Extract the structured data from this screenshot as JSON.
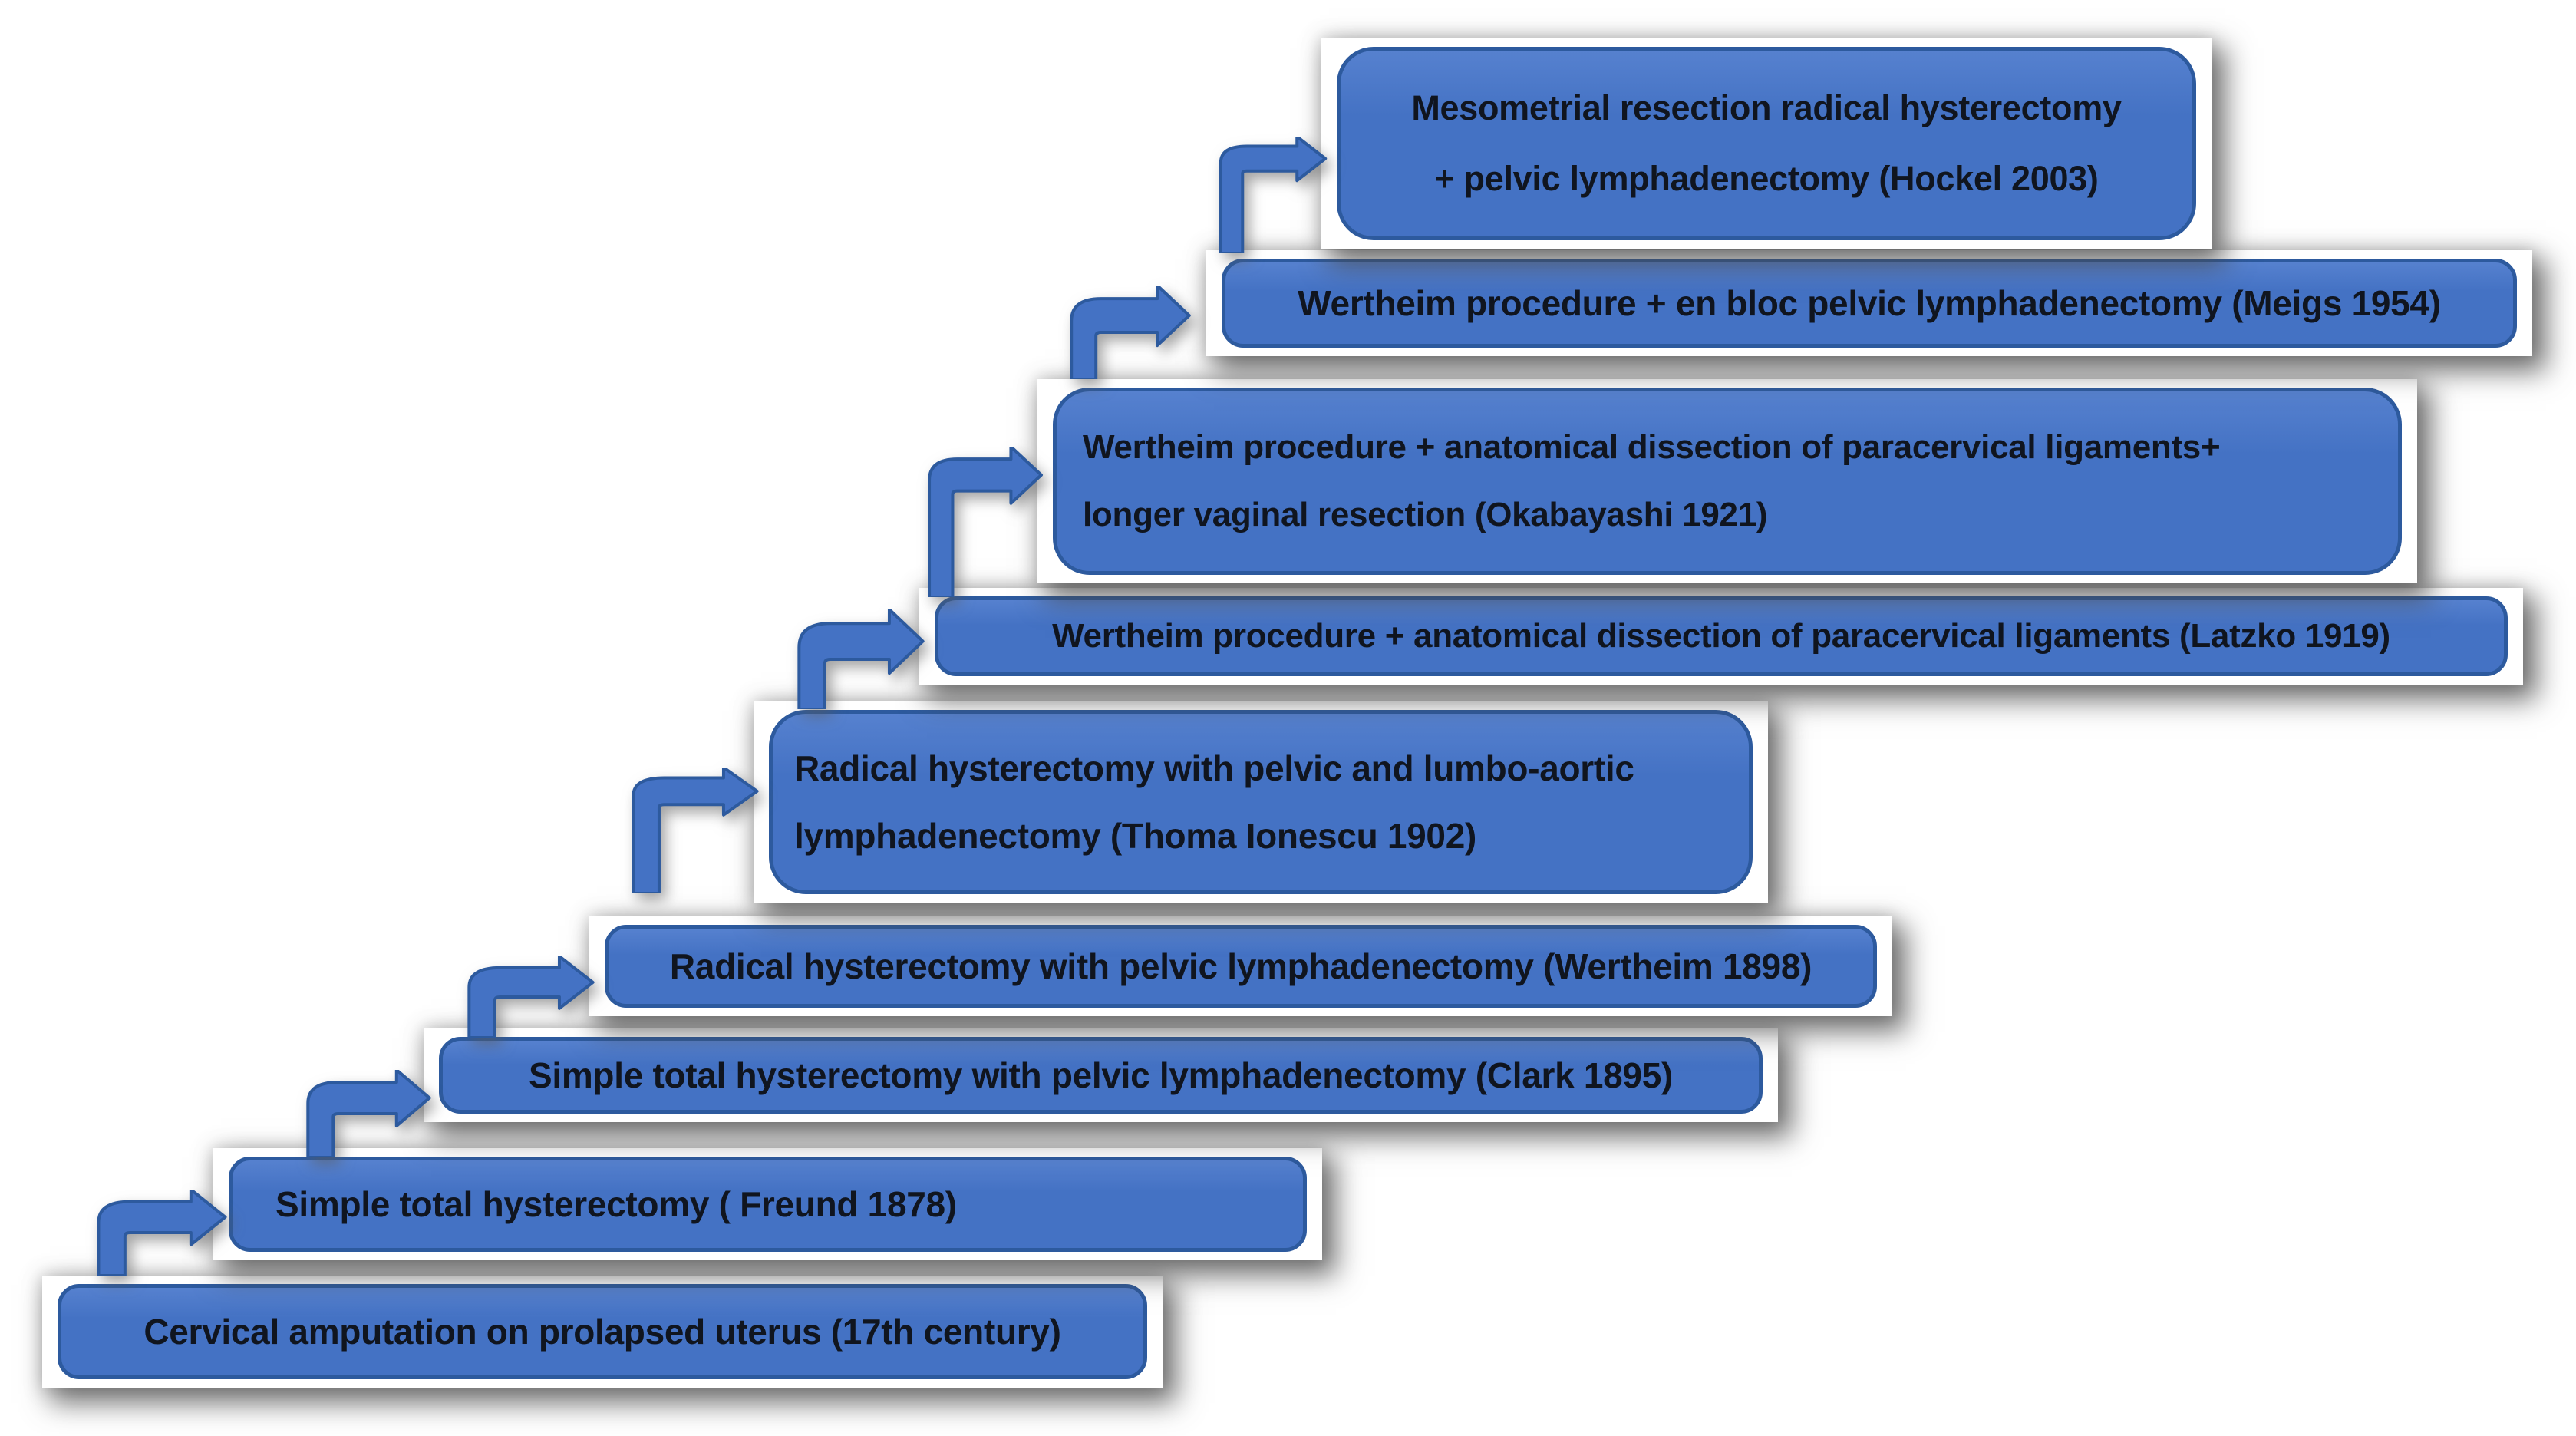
{
  "diagram": {
    "steps": [
      {
        "year": "17th century",
        "lines": [
          "Cervical amputation on prolapsed uterus (17th century)"
        ]
      },
      {
        "year": "1878",
        "lines": [
          "Simple total hysterectomy ( Freund 1878)"
        ]
      },
      {
        "year": "1895",
        "lines": [
          "Simple total hysterectomy with pelvic lymphadenectomy (Clark 1895)"
        ]
      },
      {
        "year": "1898",
        "lines": [
          "Radical hysterectomy with pelvic lymphadenectomy (Wertheim 1898)"
        ]
      },
      {
        "year": "1902",
        "lines": [
          "Radical hysterectomy with pelvic and lumbo-aortic",
          "lymphadenectomy (Thoma Ionescu 1902)"
        ]
      },
      {
        "year": "1919",
        "lines": [
          "Wertheim procedure + anatomical dissection of paracervical ligaments (Latzko 1919)"
        ]
      },
      {
        "year": "1921",
        "lines": [
          "Wertheim procedure + anatomical dissection of paracervical ligaments+",
          "longer vaginal resection (Okabayashi 1921)"
        ]
      },
      {
        "year": "1954",
        "lines": [
          "Wertheim procedure + en bloc pelvic lymphadenectomy (Meigs 1954)"
        ]
      },
      {
        "year": "2003",
        "lines": [
          "Mesometrial resection radical hysterectomy",
          "+ pelvic lymphadenectomy (Hockel 2003)"
        ]
      }
    ],
    "arrows": [
      {
        "from": 1,
        "to": 2
      },
      {
        "from": 2,
        "to": 3
      },
      {
        "from": 3,
        "to": 4
      },
      {
        "from": 4,
        "to": 5
      },
      {
        "from": 5,
        "to": 6
      },
      {
        "from": 6,
        "to": 7
      },
      {
        "from": 7,
        "to": 8
      },
      {
        "from": 8,
        "to": 9
      }
    ]
  },
  "colors": {
    "box_fill": "#4472C4",
    "box_fill_top": "#5681CF",
    "box_border": "#2D5A9E",
    "text_color": "#10151F",
    "arrow_fill": "#4472C4",
    "arrow_border": "#2D5A9E",
    "page_bg": "#FFFFFF"
  }
}
